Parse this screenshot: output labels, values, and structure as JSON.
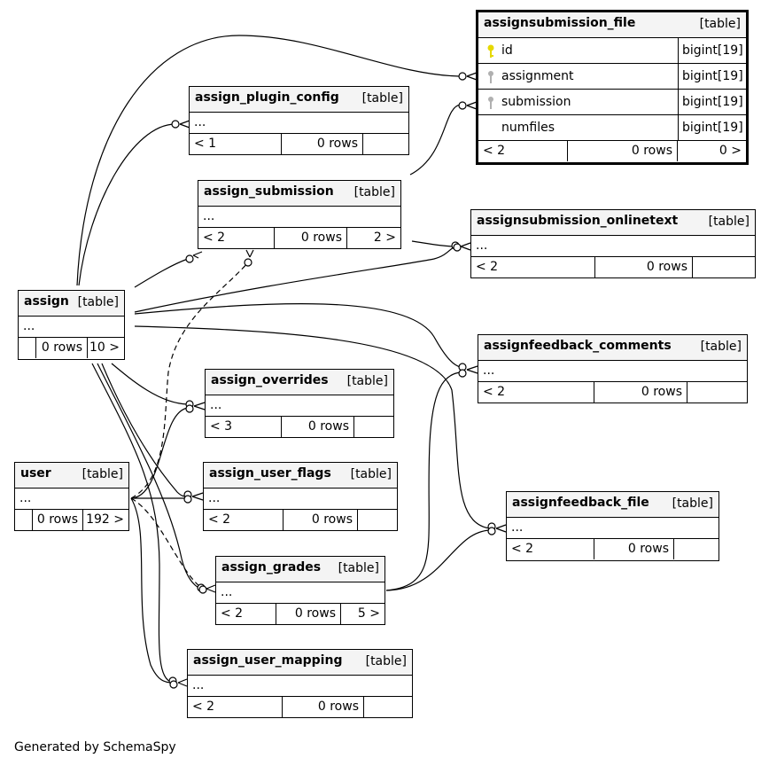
{
  "tables": {
    "assignsubmission_file": {
      "name": "assignsubmission_file",
      "kind": "[table]",
      "columns": [
        {
          "name": "id",
          "type": "bigint[19]",
          "key": "primary"
        },
        {
          "name": "assignment",
          "type": "bigint[19]",
          "key": "foreign"
        },
        {
          "name": "submission",
          "type": "bigint[19]",
          "key": "foreign"
        },
        {
          "name": "numfiles",
          "type": "bigint[19]",
          "key": ""
        }
      ],
      "footer": {
        "parents": "< 2",
        "rows": "0 rows",
        "children": "0 >"
      }
    },
    "assign_plugin_config": {
      "name": "assign_plugin_config",
      "kind": "[table]",
      "ellipsis": "...",
      "footer": {
        "parents": "< 1",
        "rows": "0 rows",
        "children": ""
      }
    },
    "assign_submission": {
      "name": "assign_submission",
      "kind": "[table]",
      "ellipsis": "...",
      "footer": {
        "parents": "< 2",
        "rows": "0 rows",
        "children": "2 >"
      }
    },
    "assignsubmission_onlinetext": {
      "name": "assignsubmission_onlinetext",
      "kind": "[table]",
      "ellipsis": "...",
      "footer": {
        "parents": "< 2",
        "rows": "0 rows",
        "children": ""
      }
    },
    "assign": {
      "name": "assign",
      "kind": "[table]",
      "ellipsis": "...",
      "footer": {
        "parents": "",
        "rows": "0 rows",
        "children": "10 >"
      }
    },
    "assignfeedback_comments": {
      "name": "assignfeedback_comments",
      "kind": "[table]",
      "ellipsis": "...",
      "footer": {
        "parents": "< 2",
        "rows": "0 rows",
        "children": ""
      }
    },
    "assign_overrides": {
      "name": "assign_overrides",
      "kind": "[table]",
      "ellipsis": "...",
      "footer": {
        "parents": "< 3",
        "rows": "0 rows",
        "children": ""
      }
    },
    "user": {
      "name": "user",
      "kind": "[table]",
      "ellipsis": "...",
      "footer": {
        "parents": "",
        "rows": "0 rows",
        "children": "192 >"
      }
    },
    "assign_user_flags": {
      "name": "assign_user_flags",
      "kind": "[table]",
      "ellipsis": "...",
      "footer": {
        "parents": "< 2",
        "rows": "0 rows",
        "children": ""
      }
    },
    "assignfeedback_file": {
      "name": "assignfeedback_file",
      "kind": "[table]",
      "ellipsis": "...",
      "footer": {
        "parents": "< 2",
        "rows": "0 rows",
        "children": ""
      }
    },
    "assign_grades": {
      "name": "assign_grades",
      "kind": "[table]",
      "ellipsis": "...",
      "footer": {
        "parents": "< 2",
        "rows": "0 rows",
        "children": "5 >"
      }
    },
    "assign_user_mapping": {
      "name": "assign_user_mapping",
      "kind": "[table]",
      "ellipsis": "...",
      "footer": {
        "parents": "< 2",
        "rows": "0 rows",
        "children": ""
      }
    }
  },
  "relationships": [
    {
      "from": "assign",
      "to": "assignsubmission_file",
      "style": "solid"
    },
    {
      "from": "assign",
      "to": "assign_plugin_config",
      "style": "solid"
    },
    {
      "from": "assign_submission",
      "to": "assignsubmission_file",
      "style": "solid"
    },
    {
      "from": "assign",
      "to": "assign_submission",
      "style": "solid"
    },
    {
      "from": "assign_submission",
      "to": "assignsubmission_onlinetext",
      "style": "solid"
    },
    {
      "from": "assign",
      "to": "assignsubmission_onlinetext",
      "style": "solid"
    },
    {
      "from": "user",
      "to": "assign_submission",
      "style": "dashed"
    },
    {
      "from": "assign",
      "to": "assignfeedback_comments",
      "style": "solid"
    },
    {
      "from": "assign_grades",
      "to": "assignfeedback_comments",
      "style": "solid"
    },
    {
      "from": "assign",
      "to": "assignfeedback_file",
      "style": "solid"
    },
    {
      "from": "assign_grades",
      "to": "assignfeedback_file",
      "style": "solid"
    },
    {
      "from": "assign",
      "to": "assign_overrides",
      "style": "solid"
    },
    {
      "from": "user",
      "to": "assign_overrides",
      "style": "solid"
    },
    {
      "from": "assign",
      "to": "assign_user_flags",
      "style": "solid"
    },
    {
      "from": "user",
      "to": "assign_user_flags",
      "style": "solid"
    },
    {
      "from": "assign",
      "to": "assign_grades",
      "style": "solid"
    },
    {
      "from": "user",
      "to": "assign_grades",
      "style": "dashed"
    },
    {
      "from": "assign",
      "to": "assign_user_mapping",
      "style": "solid"
    },
    {
      "from": "user",
      "to": "assign_user_mapping",
      "style": "solid"
    }
  ],
  "credit": "Generated by SchemaSpy",
  "colors": {
    "primary_key": "#e6d800",
    "foreign_key": "#b0b0b0",
    "header_bg": "#f4f4f4"
  }
}
